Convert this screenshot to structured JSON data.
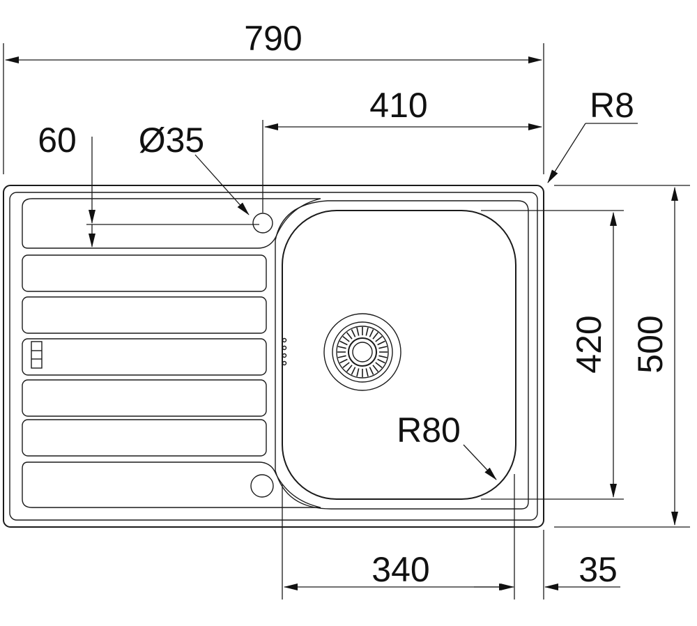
{
  "dimensions": {
    "overall_width": "790",
    "bowl_offset": "410",
    "corner_radius": "R8",
    "drainer_depth": "60",
    "tap_hole": "Ø35",
    "bowl_depth": "420",
    "overall_depth": "500",
    "bowl_corner_radius": "R80",
    "bowl_width": "340",
    "rim_offset": "35"
  },
  "colors": {
    "line": "#1a1a1a",
    "background": "#ffffff"
  }
}
